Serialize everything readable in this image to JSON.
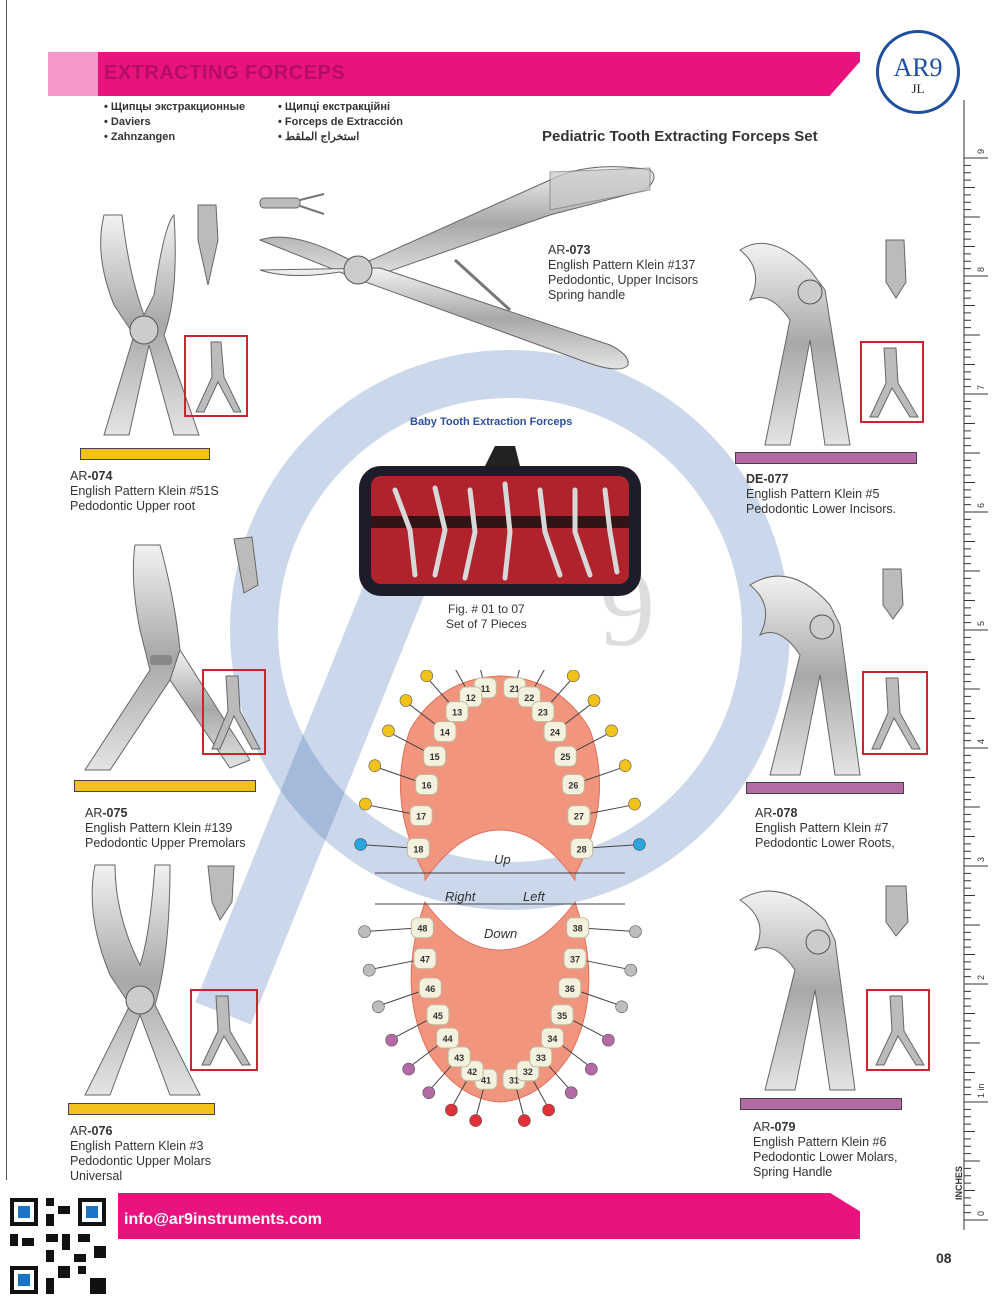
{
  "header": {
    "title": "EXTRACTING FORCEPS",
    "set_title": "Pediatric Tooth Extracting Forceps Set"
  },
  "logo": {
    "main": "AR9",
    "sub": "JL"
  },
  "languages": {
    "col1": [
      "Щипцы экстракционные",
      "Daviers",
      "Zahnzangen"
    ],
    "col2": [
      "Щипці екстракційні",
      "Forceps de Extracción",
      "استخراج الملقط"
    ]
  },
  "products": {
    "ar073": {
      "prefix": "AR",
      "num": "-073",
      "l1": "English Pattern Klein #137",
      "l2": "Pedodontic, Upper Incisors",
      "l3": "Spring handle"
    },
    "ar074": {
      "prefix": "AR",
      "num": "-074",
      "l1": "English Pattern Klein #51S",
      "l2": "Pedodontic Upper root"
    },
    "ar075": {
      "prefix": "AR",
      "num": "-075",
      "l1": "English Pattern Klein #139",
      "l2": "Pedodontic Upper Premolars"
    },
    "ar076": {
      "prefix": "AR",
      "num": "-076",
      "l1": "English Pattern Klein #3",
      "l2": "Pedodontic Upper Molars",
      "l3": "Universal"
    },
    "de077": {
      "prefix": "DE",
      "num": "-077",
      "l1": "English Pattern Klein #5",
      "l2": "Pedodontic Lower Incisors."
    },
    "ar078": {
      "prefix": "AR",
      "num": "-078",
      "l1": "English Pattern Klein #7",
      "l2": "Pedodontic Lower Roots,"
    },
    "ar079": {
      "prefix": "AR",
      "num": "-079",
      "l1": "English Pattern Klein #6",
      "l2": "Pedodontic Lower Molars,",
      "l3": "Spring Handle"
    }
  },
  "kit": {
    "title": "Baby Tooth Extraction Forceps",
    "fig": "Fig. # 01 to 07",
    "pieces": "Set of 7 Pieces"
  },
  "chart": {
    "up": "Up",
    "down": "Down",
    "right": "Right",
    "left": "Left",
    "upper_right": [
      "11",
      "12",
      "13",
      "14",
      "15",
      "16",
      "17",
      "18"
    ],
    "upper_left": [
      "21",
      "22",
      "23",
      "24",
      "25",
      "26",
      "27",
      "28"
    ],
    "lower_right": [
      "41",
      "42",
      "43",
      "44",
      "45",
      "46",
      "47",
      "48"
    ],
    "lower_left": [
      "31",
      "32",
      "33",
      "34",
      "35",
      "36",
      "37",
      "38"
    ],
    "colors": {
      "yellow": "#f3c21a",
      "purple": "#b36aa6",
      "red": "#e0303a",
      "grey": "#bdbdbd",
      "blue": "#2aa3df",
      "gum": "#f2957e"
    }
  },
  "ruler": {
    "unit": "INCHES",
    "first": "1 in",
    "labels": [
      "0",
      "2",
      "3",
      "4",
      "5",
      "6",
      "7",
      "8",
      "9"
    ]
  },
  "footer": {
    "email": "info@ar9instruments.com",
    "page": "08"
  },
  "colors": {
    "magenta": "#e8137f",
    "pink": "#f59ac8",
    "title": "#b50d63",
    "navy": "#1f4fa0"
  }
}
